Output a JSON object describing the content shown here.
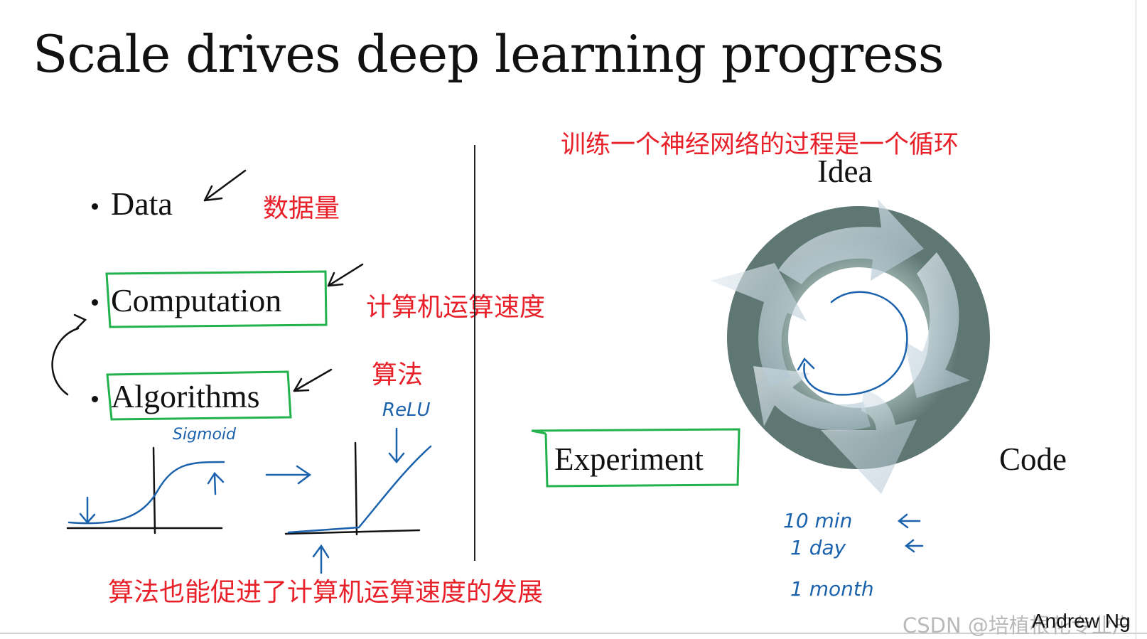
{
  "slide": {
    "title": "Scale drives deep learning progress",
    "bullets": [
      "Data",
      "Computation",
      "Algorithms"
    ],
    "annotations": {
      "data_note": "数据量",
      "computation_note": "计算机运算速度",
      "algorithms_note": "算法",
      "cycle_note": "训练一个神经网络的过程是一个循环",
      "bottom_note": "算法也能促进了计算机运算速度的发展"
    },
    "handwriting": {
      "sigmoid": "Sigmoid",
      "relu": "ReLU",
      "t1": "10 min",
      "t2": "1 day",
      "t3": "1 month"
    },
    "cycle": {
      "idea": "Idea",
      "code": "Code",
      "experiment": "Experiment"
    },
    "watermark": "CSDN @培植根花专业户",
    "author": "Andrew Ng"
  },
  "colors": {
    "annotation_red": "#e8202a",
    "highlight_green": "#22b14c",
    "pen_blue": "#1b62ad"
  },
  "icons": [
    "arrow-icon",
    "cycle-arrows-icon"
  ]
}
